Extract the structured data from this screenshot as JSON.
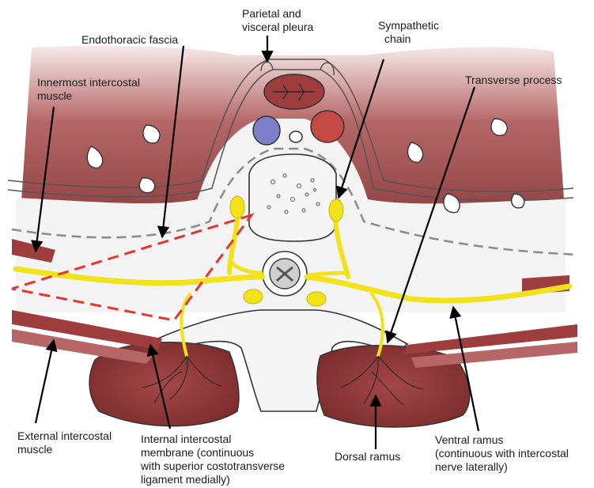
{
  "labels": {
    "pleura": [
      "Parietal and",
      "visceral pleura"
    ],
    "endothoracic": [
      "Endothoracic fascia"
    ],
    "sympathetic": [
      "Sympathetic",
      "chain"
    ],
    "innermost": [
      "Innermost intercostal",
      "muscle"
    ],
    "transverse": [
      "Transverse process"
    ],
    "external": [
      "External intercostal",
      "muscle"
    ],
    "internal": [
      "Internal intercostal",
      "membrane (continuous",
      "with superior costotransverse",
      "ligament medially)"
    ],
    "dorsal": [
      "Dorsal ramus"
    ],
    "ventral": [
      "Ventral ramus",
      "(continuous with intercostal",
      "nerve laterally)"
    ]
  },
  "colors": {
    "muscle": "#8f3a3a",
    "muscle_light": "#d7a7a7",
    "nerve": "#f2e21c",
    "nerve_edge": "#c9b700",
    "artery": "#c54a45",
    "vein": "#7d7fc9",
    "fascia_dash": "#8a8a8a",
    "needle_path": "#e8352a",
    "bone": "#f4f4f4"
  }
}
